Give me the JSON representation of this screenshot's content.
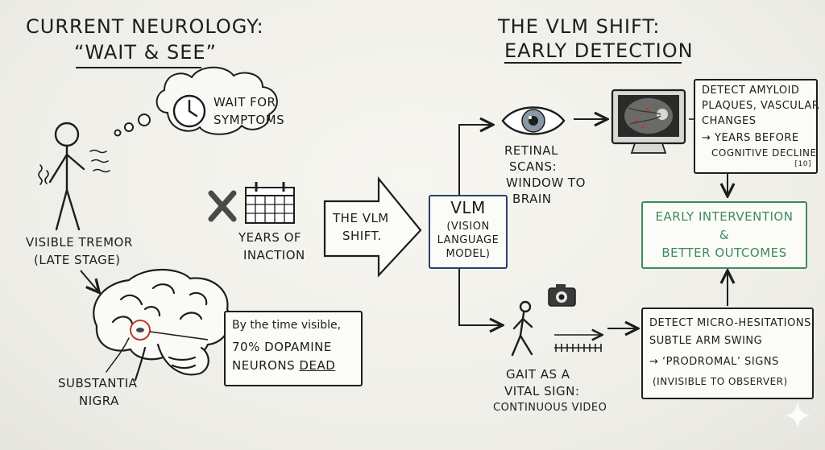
{
  "left": {
    "title_line1": "CURRENT NEUROLOGY:",
    "title_line2": "“WAIT & SEE”",
    "thought_line1": "WAIT FOR",
    "thought_line2": "SYMPTOMS",
    "tremor_line1": "VISIBLE TREMOR",
    "tremor_line2": "(LATE STAGE)",
    "years_line1": "YEARS OF",
    "years_line2": "INACTION",
    "nigra_line1": "SUBSTANTIA",
    "nigra_line2": "NIGRA",
    "dopamine_line1": "By the time visible,",
    "dopamine_line2": "70% DOPAMINE",
    "dopamine_line3_a": "NEURONS ",
    "dopamine_line3_b": "DEAD"
  },
  "middle": {
    "arrow_line1": "THE VLM",
    "arrow_line2": "SHIFT.",
    "vlm_title": "VLM",
    "vlm_line1": "(VISION",
    "vlm_line2": "LANGUAGE",
    "vlm_line3": "MODEL)"
  },
  "right": {
    "title_line1": "THE VLM SHIFT:",
    "title_line2": "EARLY DETECTION",
    "retinal_line1": "RETINAL",
    "retinal_line2": "SCANS:",
    "retinal_line3": "WINDOW TO",
    "retinal_line4": "BRAIN",
    "amyloid_line1": "DETECT AMYLOID",
    "amyloid_line2": "PLAQUES, VASCULAR",
    "amyloid_line3": "CHANGES",
    "amyloid_line4": "→ YEARS BEFORE",
    "amyloid_line5": "COGNITIVE DECLINE",
    "amyloid_cite": "[10]",
    "outcome_line1": "EARLY INTERVENTION",
    "outcome_line2": "&",
    "outcome_line3": "BETTER OUTCOMES",
    "gait_line1": "GAIT AS A",
    "gait_line2": "VITAL SIGN:",
    "gait_line3": "CONTINUOUS VIDEO",
    "micro_line1": "DETECT MICRO-HESITATIONS,",
    "micro_line2": "SUBTLE ARM SWING",
    "micro_line3": "→ ‘PRODROMAL’ SIGNS",
    "micro_line4": "(INVISIBLE TO OBSERVER)"
  },
  "colors": {
    "ink": "#1d1d1d",
    "outcome_green": "#3f8a5c",
    "vlm_blue": "#2c3f6b",
    "highlight_red": "#c0392b",
    "eye_iris": "#8a97a6"
  },
  "icons": [
    "stick-figure-icon",
    "thought-cloud-icon",
    "clock-icon",
    "x-mark-icon",
    "calendar-icon",
    "brain-icon",
    "eye-icon",
    "monitor-retina-icon",
    "camera-icon",
    "walking-person-icon",
    "sparkle-icon"
  ]
}
